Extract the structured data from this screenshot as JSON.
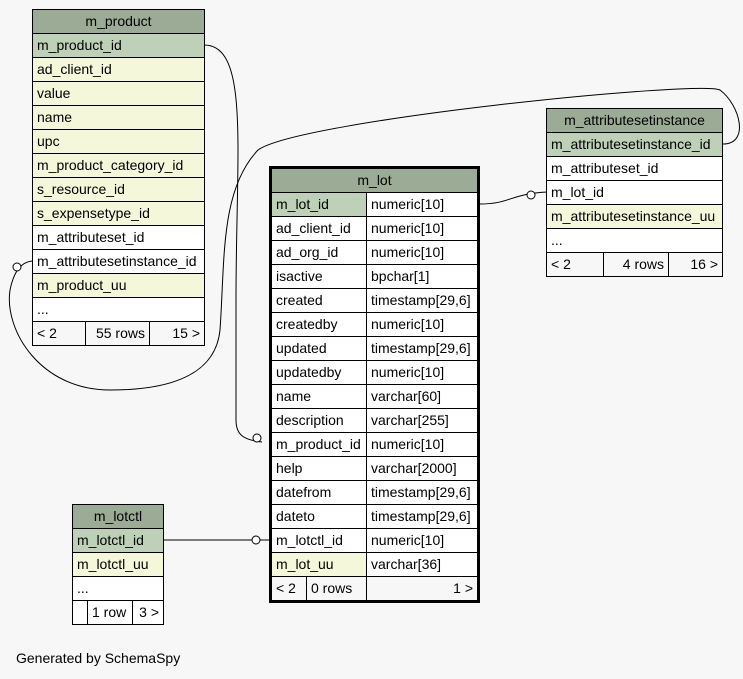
{
  "footer": "Generated by SchemaSpy",
  "tables": {
    "m_product": {
      "name": "m_product",
      "columns": [
        "m_product_id",
        "ad_client_id",
        "value",
        "name",
        "upc",
        "m_product_category_id",
        "s_resource_id",
        "s_expensetype_id",
        "m_attributeset_id",
        "m_attributesetinstance_id",
        "m_product_uu",
        "..."
      ],
      "foot": [
        "< 2",
        "55 rows",
        "15 >"
      ]
    },
    "m_attributesetinstance": {
      "name": "m_attributesetinstance",
      "columns": [
        "m_attributesetinstance_id",
        "m_attributeset_id",
        "m_lot_id",
        "m_attributesetinstance_uu",
        "..."
      ],
      "foot": [
        "< 2",
        "4 rows",
        "16 >"
      ]
    },
    "m_lot": {
      "name": "m_lot",
      "columns": [
        [
          "m_lot_id",
          "numeric[10]"
        ],
        [
          "ad_client_id",
          "numeric[10]"
        ],
        [
          "ad_org_id",
          "numeric[10]"
        ],
        [
          "isactive",
          "bpchar[1]"
        ],
        [
          "created",
          "timestamp[29,6]"
        ],
        [
          "createdby",
          "numeric[10]"
        ],
        [
          "updated",
          "timestamp[29,6]"
        ],
        [
          "updatedby",
          "numeric[10]"
        ],
        [
          "name",
          "varchar[60]"
        ],
        [
          "description",
          "varchar[255]"
        ],
        [
          "m_product_id",
          "numeric[10]"
        ],
        [
          "help",
          "varchar[2000]"
        ],
        [
          "datefrom",
          "timestamp[29,6]"
        ],
        [
          "dateto",
          "timestamp[29,6]"
        ],
        [
          "m_lotctl_id",
          "numeric[10]"
        ],
        [
          "m_lot_uu",
          "varchar[36]"
        ]
      ],
      "foot": [
        "< 2",
        "0 rows",
        "1 >"
      ]
    },
    "m_lotctl": {
      "name": "m_lotctl",
      "columns": [
        "m_lotctl_id",
        "m_lotctl_uu",
        "..."
      ],
      "foot": [
        "",
        "1 row",
        "3 >"
      ]
    }
  }
}
